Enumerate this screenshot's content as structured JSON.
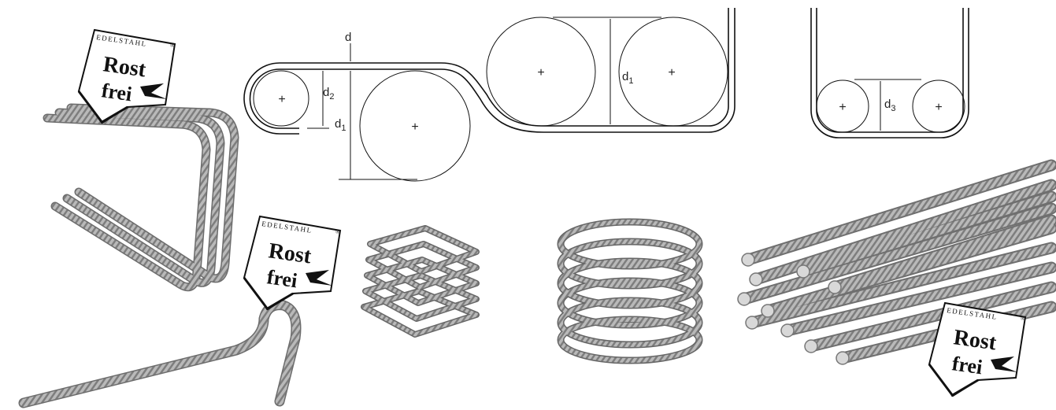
{
  "diagram": {
    "label_d": "d",
    "label_d1": "d",
    "label_d1_sub": "1",
    "label_d2": "d",
    "label_d2_sub": "2",
    "label_d3": "d",
    "label_d3_sub": "3",
    "center_mark": "+"
  },
  "logo": {
    "brand_top": "EDELSTAHL",
    "registered": "®",
    "line1": "Rost",
    "line2": "frei"
  },
  "products": [
    "triple-bent-u-bars",
    "hook-end-bar",
    "square-spiral",
    "round-helix",
    "straight-bar-bundle"
  ]
}
